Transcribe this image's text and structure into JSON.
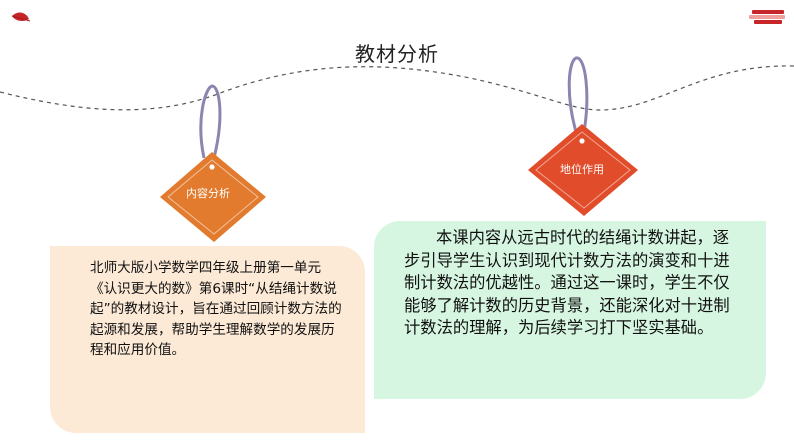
{
  "title": "教材分析",
  "tags": {
    "left": {
      "label": "内容分析",
      "color": "#e27b2e"
    },
    "right": {
      "label": "地位作用",
      "color": "#e14d2a"
    }
  },
  "cards": {
    "left": {
      "text": "北师大版小学数学四年级上册第一单元《认识更大的数》第6课时“从结绳计数说起”的教材设计，旨在通过回顾计数方法的起源和发展，帮助学生理解数学的发展历程和应用价值。",
      "background": "#fce9d6"
    },
    "right": {
      "text": "本课内容从远古时代的结绳计数讲起，逐步引导学生认识到现代计数方法的演变和十进制计数法的优越性。通过这一课时，学生不仅能够了解计数的历史背景，还能深化对十进制计数法的理解，为后续学习打下坚实基础。",
      "background": "#d6f6e1"
    }
  },
  "colors": {
    "accent_red": "#c8252b",
    "accent_orange": "#e27b2e",
    "string_purple": "#8a86b0",
    "dashed_line": "#555555"
  },
  "icons": [
    "leaf-icon",
    "books-icon"
  ]
}
